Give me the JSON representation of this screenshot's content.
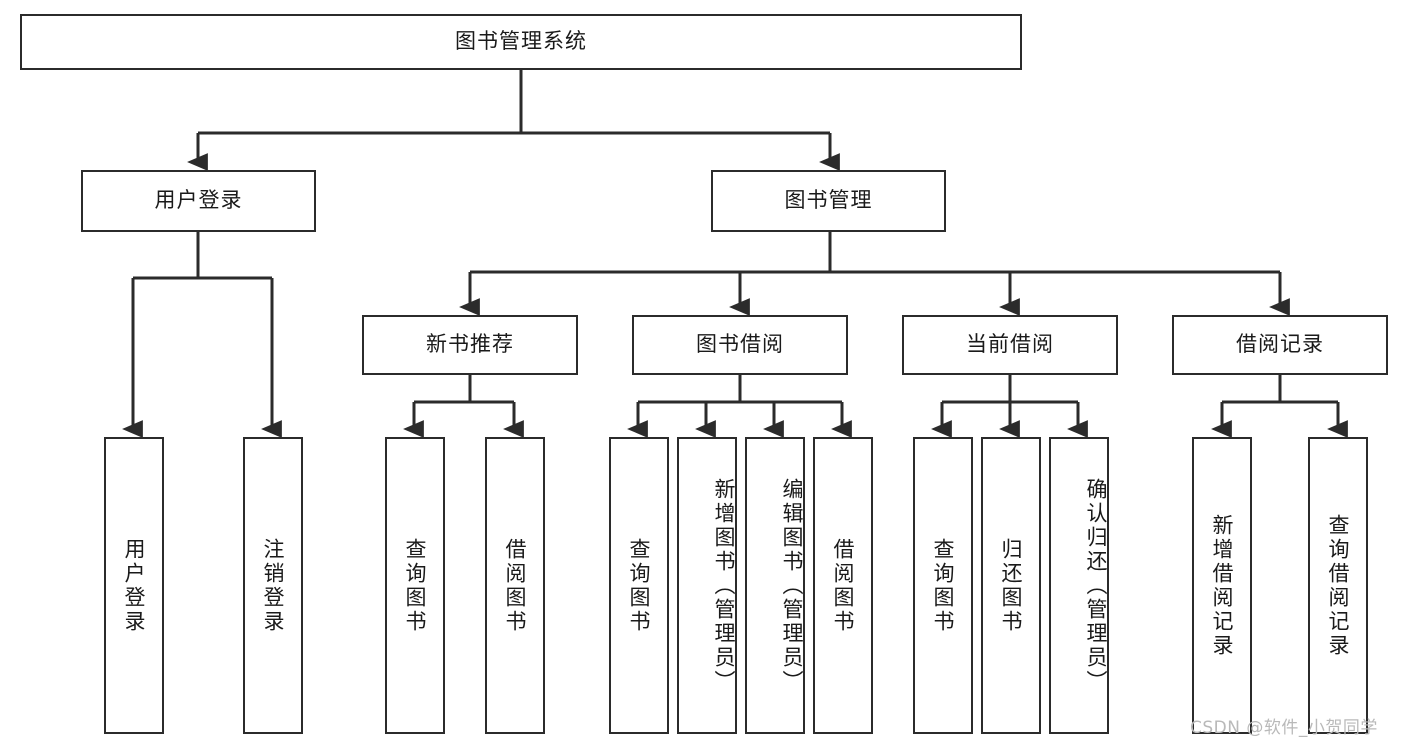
{
  "diagram": {
    "type": "hierarchy-tree",
    "title_node": {
      "id": "root",
      "label": "图书管理系统"
    },
    "level2": [
      {
        "id": "user-login",
        "label": "用户登录"
      },
      {
        "id": "book-manage",
        "label": "图书管理"
      }
    ],
    "level3": [
      {
        "id": "new-book-recommend",
        "label": "新书推荐"
      },
      {
        "id": "book-borrow",
        "label": "图书借阅"
      },
      {
        "id": "current-borrow",
        "label": "当前借阅"
      },
      {
        "id": "borrow-record",
        "label": "借阅记录"
      }
    ],
    "leaves": [
      {
        "id": "leaf-user-login",
        "label": "用户登录",
        "parent": "user-login",
        "align": "center"
      },
      {
        "id": "leaf-user-logout",
        "label": "注销登录",
        "parent": "user-login",
        "align": "center"
      },
      {
        "id": "leaf-query-book-1",
        "label": "查询图书",
        "parent": "new-book-recommend",
        "align": "center"
      },
      {
        "id": "leaf-borrow-book-1",
        "label": "借阅图书",
        "parent": "new-book-recommend",
        "align": "center"
      },
      {
        "id": "leaf-query-book-2",
        "label": "查询图书",
        "parent": "book-borrow",
        "align": "center"
      },
      {
        "id": "leaf-add-book",
        "label": "新增图书（管理员）",
        "parent": "book-borrow",
        "align": "top"
      },
      {
        "id": "leaf-edit-book",
        "label": "编辑图书（管理员）",
        "parent": "book-borrow",
        "align": "top"
      },
      {
        "id": "leaf-borrow-book-2",
        "label": "借阅图书",
        "parent": "book-borrow",
        "align": "center"
      },
      {
        "id": "leaf-query-book-3",
        "label": "查询图书",
        "parent": "current-borrow",
        "align": "center"
      },
      {
        "id": "leaf-return-book",
        "label": "归还图书",
        "parent": "current-borrow",
        "align": "center"
      },
      {
        "id": "leaf-confirm-return",
        "label": "确认归还（管理员）",
        "parent": "current-borrow",
        "align": "top"
      },
      {
        "id": "leaf-add-record",
        "label": "新增借阅记录",
        "parent": "borrow-record",
        "align": "center"
      },
      {
        "id": "leaf-query-record",
        "label": "查询借阅记录",
        "parent": "borrow-record",
        "align": "center"
      }
    ],
    "colors": {
      "stroke": "#2b2b2b",
      "fill": "#ffffff",
      "text": "#1a1a1a",
      "watermark": "#b9b9b9"
    }
  },
  "watermark": {
    "text": "CSDN @软件_小贺同学"
  }
}
